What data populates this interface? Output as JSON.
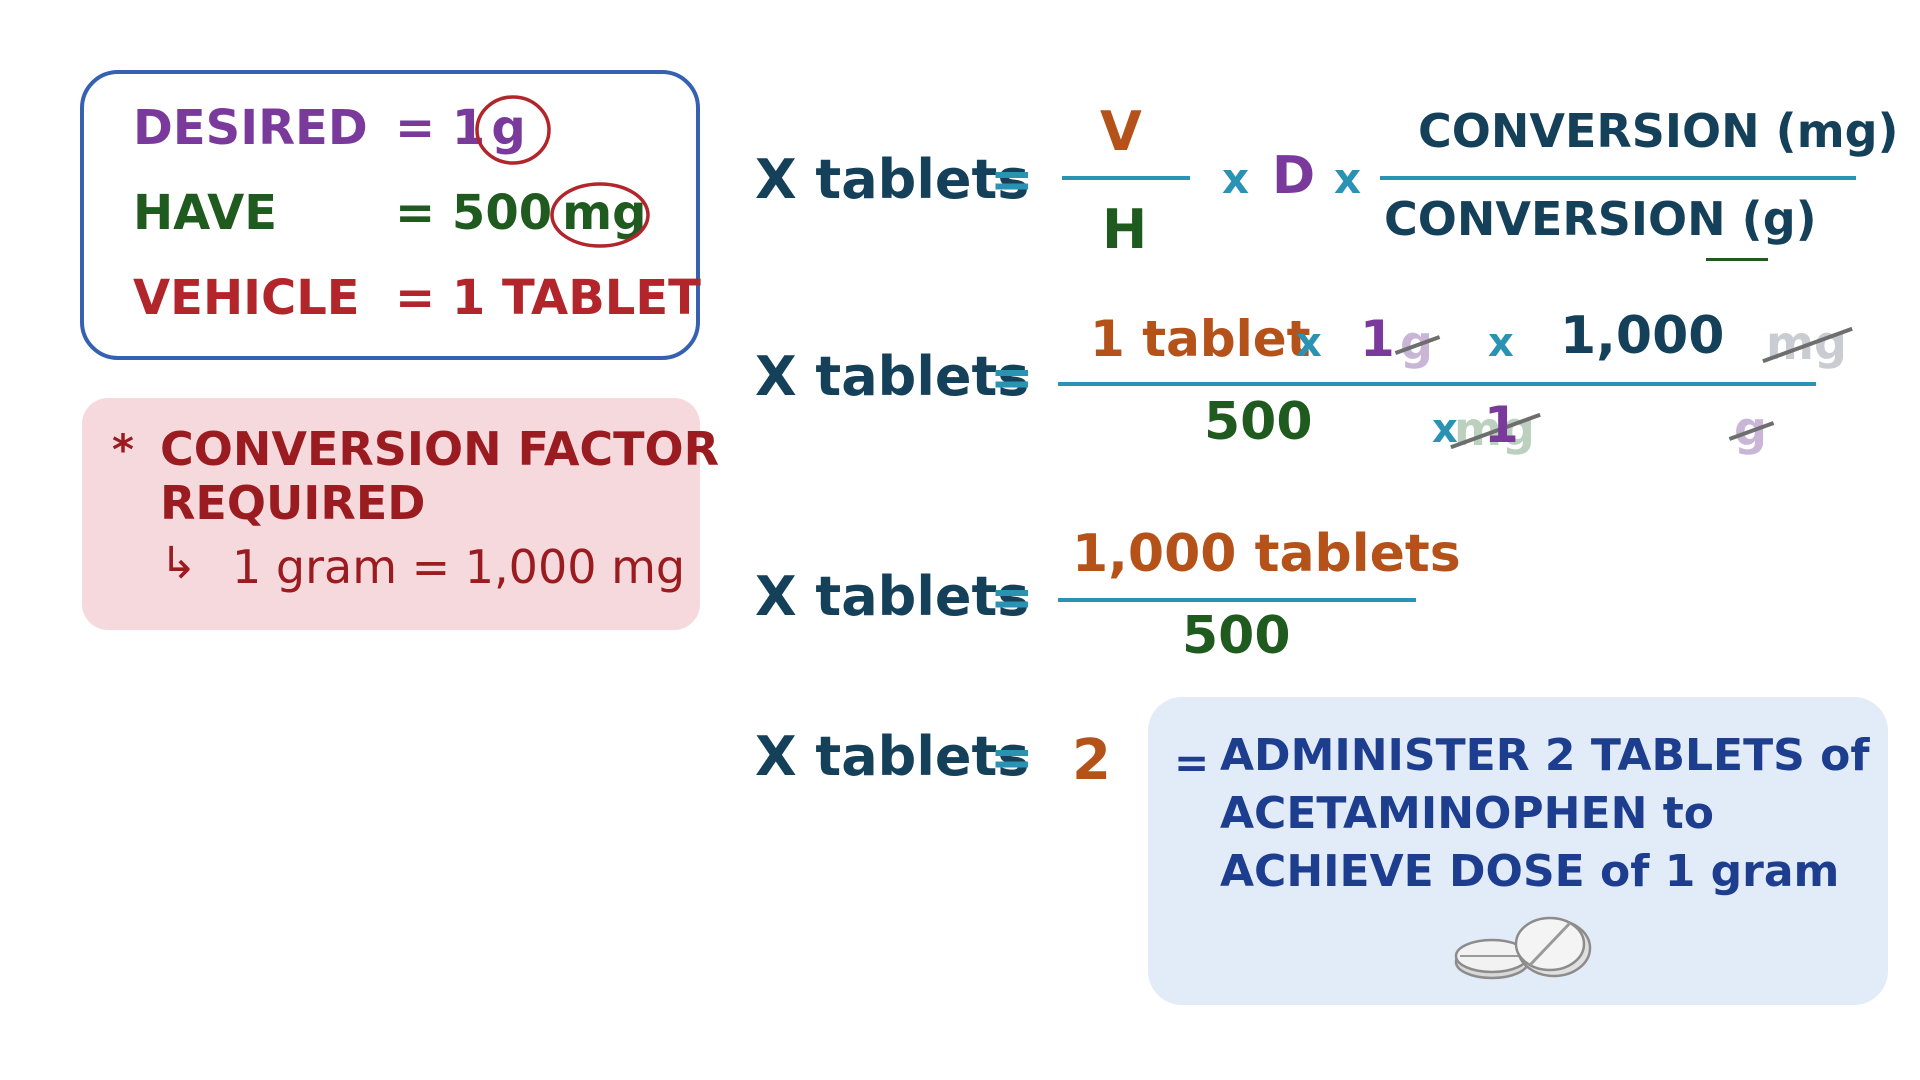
{
  "given": {
    "desired_label": "DESIRED",
    "desired_eq": "= 1",
    "desired_unit": "g",
    "have_label": "HAVE",
    "have_eq": "= 500",
    "have_unit": "mg",
    "vehicle_label": "VEHICLE",
    "vehicle_value": "= 1 TABLET"
  },
  "note": {
    "asterisk": "*",
    "line1": "CONVERSION FACTOR",
    "line2": "REQUIRED",
    "arrow": "↳",
    "line3": "1 gram = 1,000 mg"
  },
  "lhs": "X tablets",
  "equals": "=",
  "formula": {
    "numerator": "V",
    "denominator": "H",
    "times1": "x",
    "d": "D",
    "times2": "x",
    "conv_num": "CONVERSION (mg)",
    "conv_den": "CONVERSION (g)"
  },
  "step2": {
    "n1": "1 tablet",
    "times1": "x",
    "n2": "1",
    "n2_unit": "g",
    "times2": "x",
    "n3": "1,000",
    "n3_unit": "mg",
    "d1": "500",
    "d1_unit": "mg",
    "times3": "x",
    "d2": "1",
    "d2_unit": "g"
  },
  "step3": {
    "numerator": "1,000 tablets",
    "denominator": "500"
  },
  "step4": {
    "answer": "2"
  },
  "result": {
    "eq": "=",
    "line1": "ADMINISTER 2 TABLETS of",
    "line2": "ACETAMINOPHEN to",
    "line3": "ACHIEVE DOSE of 1 gram",
    "icon": "tablets-icon"
  },
  "colors": {
    "desired": "#7a3a9c",
    "have": "#1f5a1f",
    "vehicle": "#b1252b",
    "equation": "#14405a",
    "accent": "#2a93b4",
    "orange": "#b5521a",
    "result_text": "#1d3d8e"
  }
}
